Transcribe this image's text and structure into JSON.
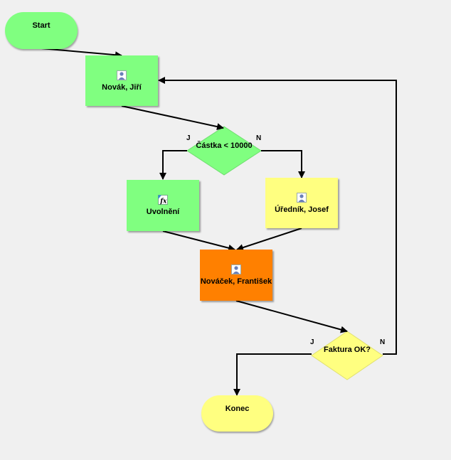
{
  "colors": {
    "green": "#80ff80",
    "yellow": "#ffff80",
    "orange": "#ff8000",
    "line": "#000000",
    "background": "#f0f0f0"
  },
  "nodes": {
    "start": {
      "label": "Start"
    },
    "novak": {
      "label": "Novák, Jiří",
      "icon": "user-icon"
    },
    "castka": {
      "label": "Částka < 10000",
      "yes": "J",
      "no": "N"
    },
    "uvolneni": {
      "label": "Uvolnění",
      "icon": "function-icon"
    },
    "urednik": {
      "label": "Úředník, Josef",
      "icon": "user-icon"
    },
    "novacek": {
      "label": "Nováček, František",
      "icon": "user-icon"
    },
    "faktura": {
      "label": "Faktura OK?",
      "yes": "J",
      "no": "N"
    },
    "konec": {
      "label": "Konec"
    }
  }
}
